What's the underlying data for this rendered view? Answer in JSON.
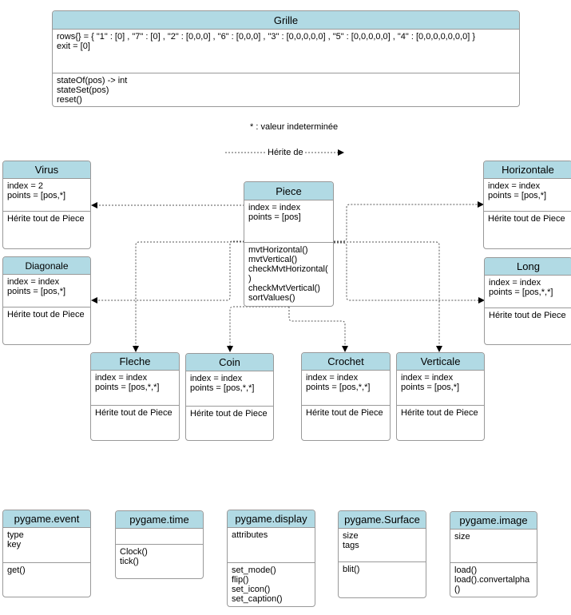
{
  "grille": {
    "name": "Grille",
    "attributes": "rows{} = { \"1\" : [0] , \"7\" : [0] , \"2\" : [0,0,0] , \"6\" : [0,0,0] , \"3\" : [0,0,0,0,0] , \"5\" : [0,0,0,0,0] , \"4\" : [0,0,0,0,0,0,0] }\nexit = [0]",
    "methods": "stateOf(pos) -> int\nstateSet(pos)\nreset()"
  },
  "legend": {
    "undetermined": "* : valeur indeterminée",
    "inherits": "Hérite de"
  },
  "piece": {
    "name": "Piece",
    "attributes": "index = index\npoints = [pos]",
    "methods": "mvtHorizontal()\nmvtVertical()\ncheckMvtHorizontal(\n)\ncheckMvtVertical()\nsortValues()"
  },
  "virus": {
    "name": "Virus",
    "attributes": "index = 2\npoints = [pos,*]",
    "methods": "Hérite tout de Piece"
  },
  "diagonale": {
    "name": "Diagonale",
    "attributes": "index = index\npoints = [pos,*]",
    "methods": "Hérite tout de Piece"
  },
  "horizontale": {
    "name": "Horizontale",
    "attributes": "index = index\npoints = [pos,*]",
    "methods": "Hérite tout de Piece"
  },
  "long": {
    "name": "Long",
    "attributes": "index = index\npoints = [pos,*,*]",
    "methods": "Hérite tout de Piece"
  },
  "fleche": {
    "name": "Fleche",
    "attributes": "index = index\npoints = [pos,*,*]",
    "methods": "Hérite tout de Piece"
  },
  "coin": {
    "name": "Coin",
    "attributes": "index = index\npoints = [pos,*,*]",
    "methods": "Hérite tout de Piece"
  },
  "crochet": {
    "name": "Crochet",
    "attributes": "index = index\npoints = [pos,*,*]",
    "methods": "Hérite tout de Piece"
  },
  "verticale": {
    "name": "Verticale",
    "attributes": "index = index\npoints = [pos,*]",
    "methods": "Hérite tout de Piece"
  },
  "pg_event": {
    "name": "pygame.event",
    "attributes": "type\nkey",
    "methods": "get()"
  },
  "pg_time": {
    "name": "pygame.time",
    "attributes": "",
    "methods": "Clock()\ntick()"
  },
  "pg_display": {
    "name": "pygame.display",
    "attributes": "attributes",
    "methods": "set_mode()\nflip()\nset_icon()\nset_caption()"
  },
  "pg_surface": {
    "name": "pygame.Surface",
    "attributes": "size\ntags",
    "methods": "blit()"
  },
  "pg_image": {
    "name": "pygame.image",
    "attributes": "size",
    "methods": "load()\nload().convertalpha\n()"
  }
}
